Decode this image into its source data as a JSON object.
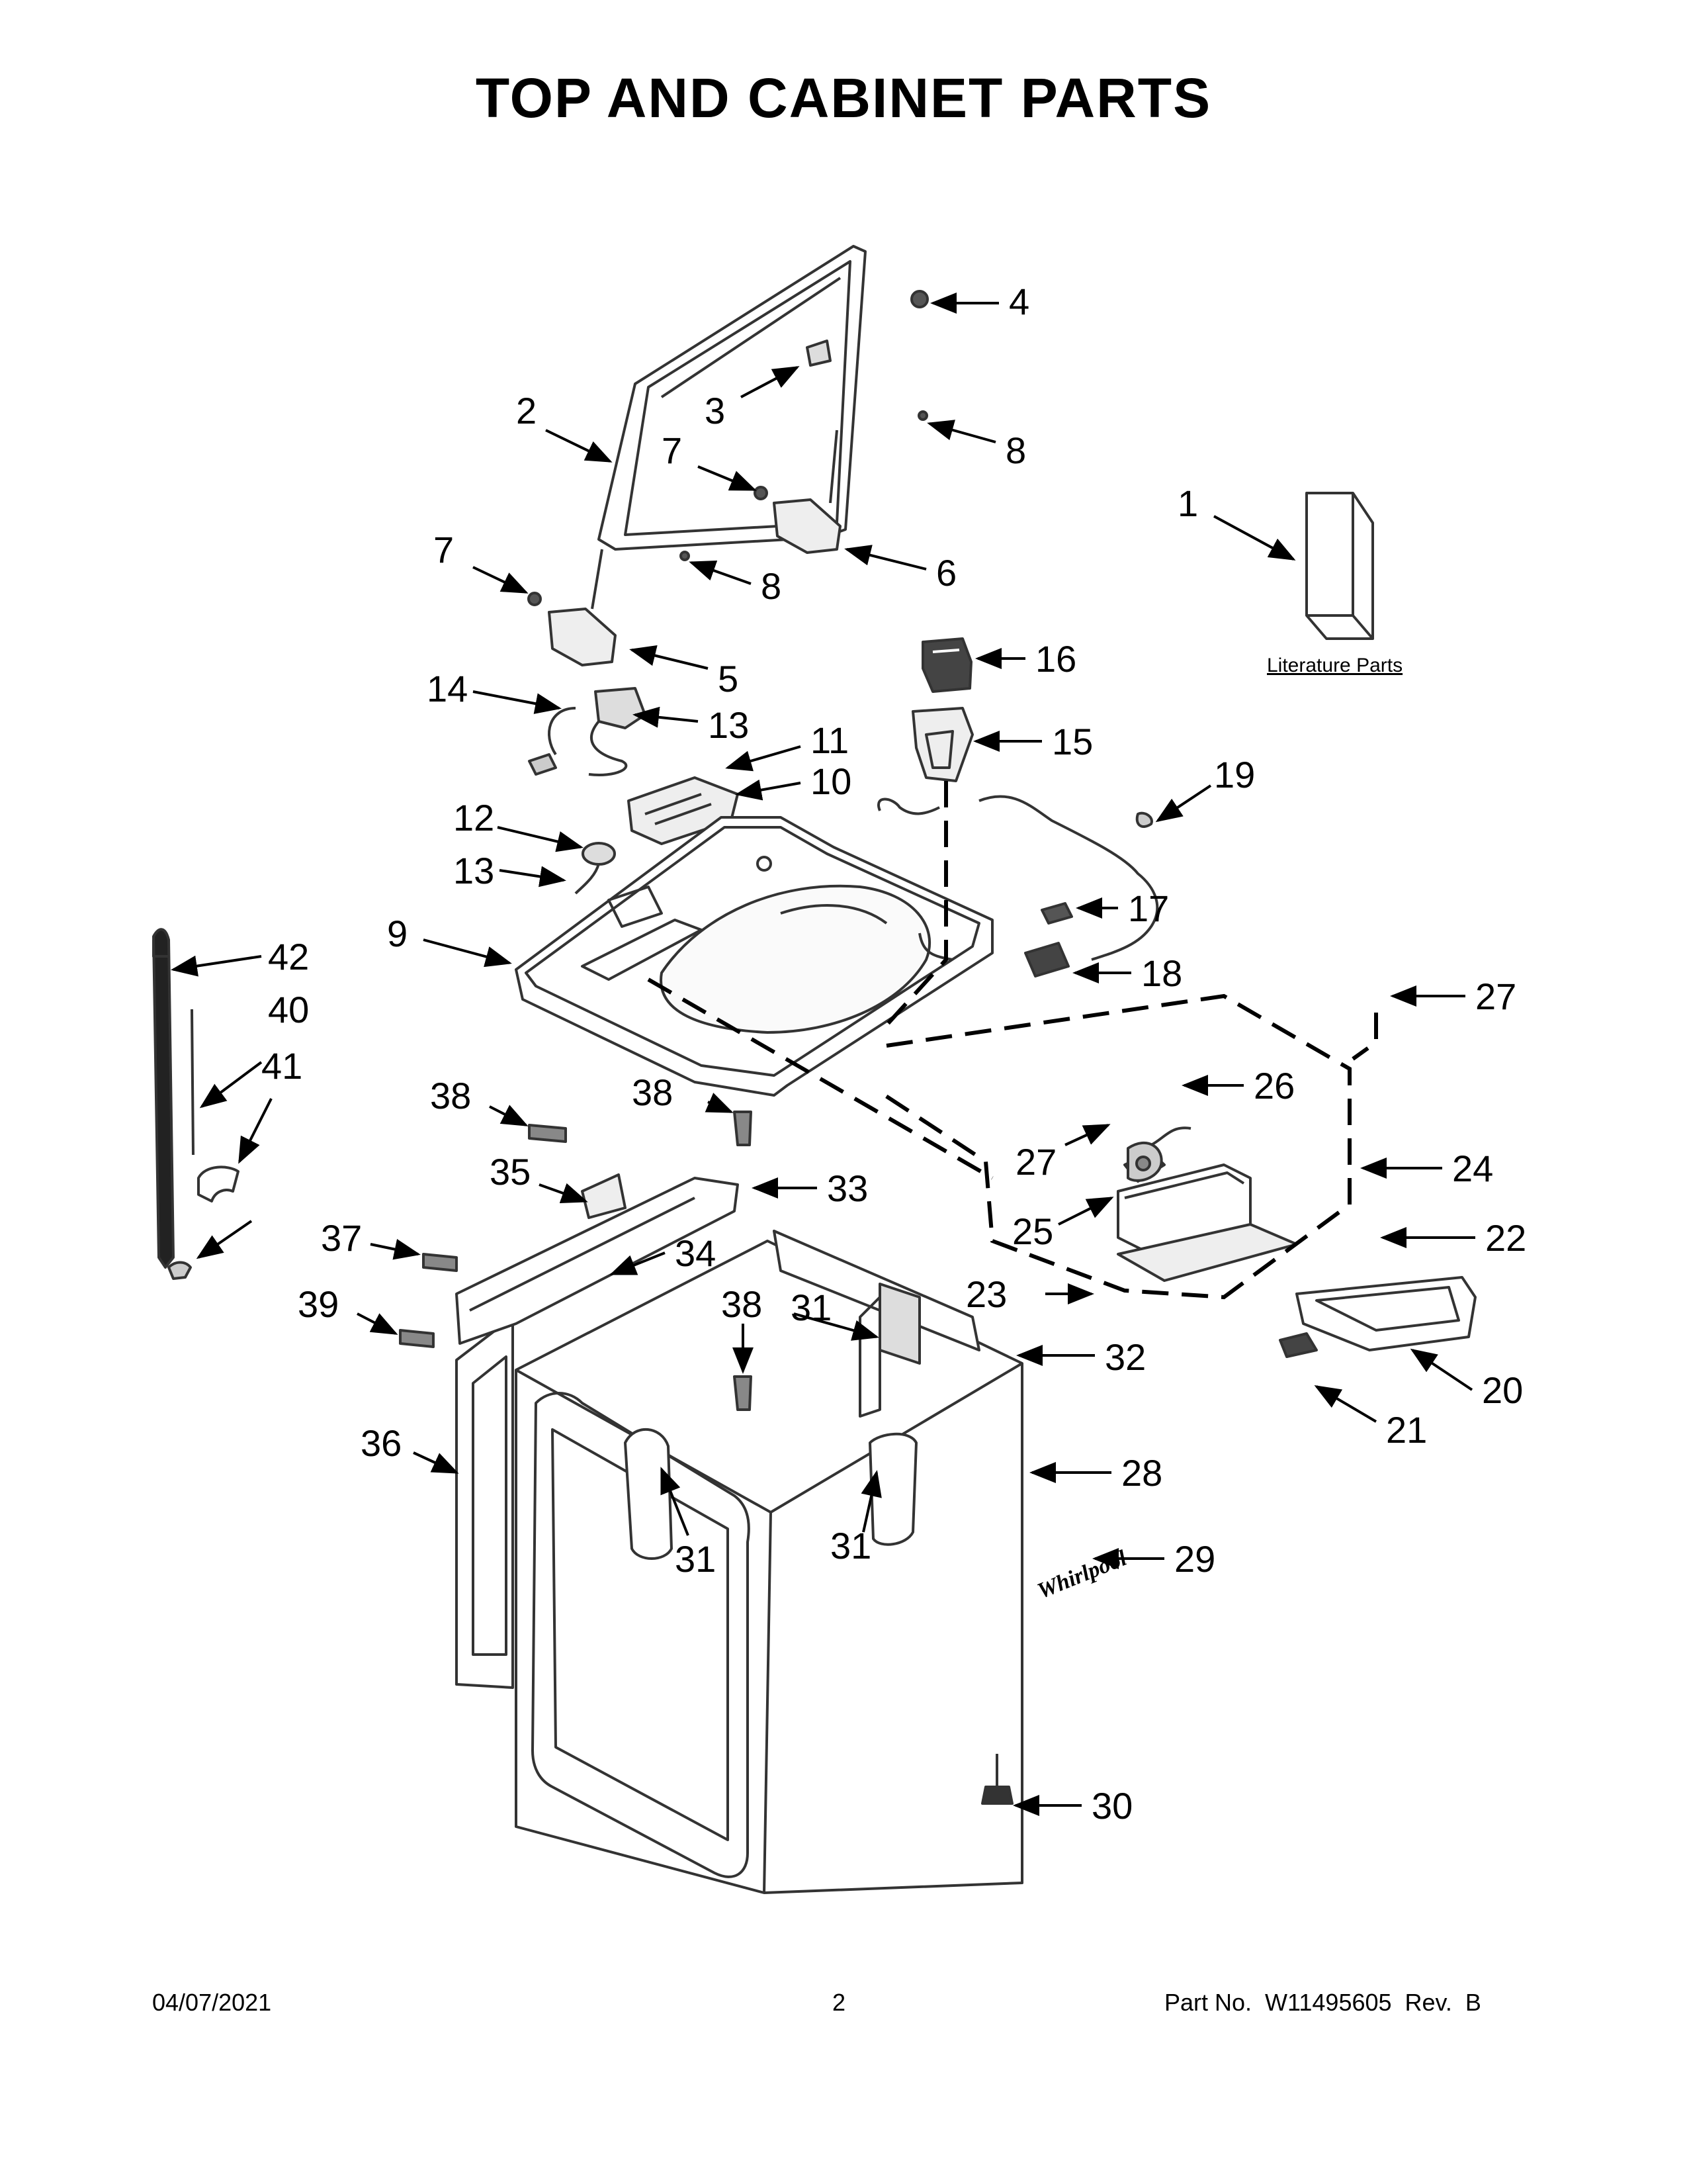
{
  "title": "TOP AND CABINET PARTS",
  "literature_label": "Literature Parts",
  "brand_logo": "Whirlpool",
  "callouts": [
    "1",
    "2",
    "3",
    "4",
    "5",
    "6",
    "7",
    "7",
    "8",
    "8",
    "9",
    "10",
    "11",
    "12",
    "13",
    "13",
    "14",
    "15",
    "16",
    "17",
    "18",
    "19",
    "20",
    "21",
    "22",
    "23",
    "24",
    "25",
    "26",
    "27",
    "27",
    "28",
    "29",
    "30",
    "31",
    "31",
    "31",
    "32",
    "33",
    "34",
    "35",
    "36",
    "37",
    "38",
    "38",
    "38",
    "39",
    "40",
    "41",
    "42"
  ],
  "footer": {
    "date": "04/07/2021",
    "page": "2",
    "part_no": "Part No.  W11495605  Rev.  B"
  }
}
